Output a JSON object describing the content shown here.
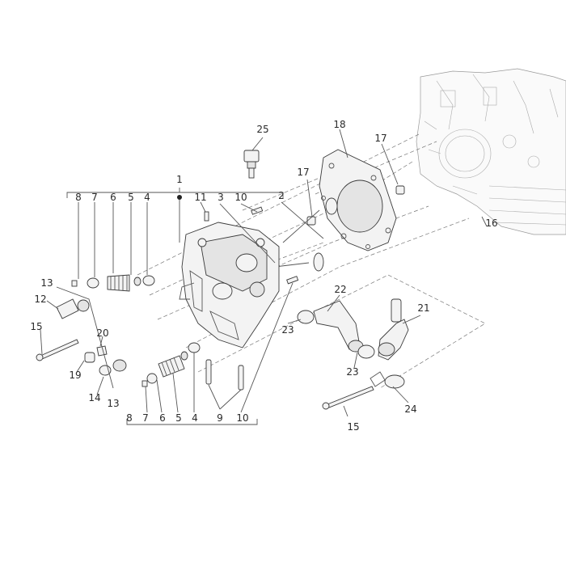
{
  "labels": [
    {
      "id": "l-1",
      "text": "1"
    },
    {
      "id": "l-8-top",
      "text": "8"
    },
    {
      "id": "l-7-top",
      "text": "7"
    },
    {
      "id": "l-6-top",
      "text": "6"
    },
    {
      "id": "l-5-top",
      "text": "5"
    },
    {
      "id": "l-4-top",
      "text": "4"
    },
    {
      "id": "l-11",
      "text": "11"
    },
    {
      "id": "l-3",
      "text": "3"
    },
    {
      "id": "l-10-top",
      "text": "10"
    },
    {
      "id": "l-2",
      "text": "2"
    },
    {
      "id": "l-25",
      "text": "25"
    },
    {
      "id": "l-18",
      "text": "18"
    },
    {
      "id": "l-17-a",
      "text": "17"
    },
    {
      "id": "l-17-b",
      "text": "17"
    },
    {
      "id": "l-16",
      "text": "16"
    },
    {
      "id": "l-13-top",
      "text": "13"
    },
    {
      "id": "l-12",
      "text": "12"
    },
    {
      "id": "l-15-left",
      "text": "15"
    },
    {
      "id": "l-20",
      "text": "20"
    },
    {
      "id": "l-19",
      "text": "19"
    },
    {
      "id": "l-14",
      "text": "14"
    },
    {
      "id": "l-13-bot",
      "text": "13"
    },
    {
      "id": "l-22",
      "text": "22"
    },
    {
      "id": "l-21",
      "text": "21"
    },
    {
      "id": "l-23-a",
      "text": "23"
    },
    {
      "id": "l-23-b",
      "text": "23"
    },
    {
      "id": "l-24",
      "text": "24"
    },
    {
      "id": "l-15-bot",
      "text": "15"
    },
    {
      "id": "l-8-bot",
      "text": "8"
    },
    {
      "id": "l-7-bot",
      "text": "7"
    },
    {
      "id": "l-6-bot",
      "text": "6"
    },
    {
      "id": "l-5-bot",
      "text": "5"
    },
    {
      "id": "l-4-bot",
      "text": "4"
    },
    {
      "id": "l-9",
      "text": "9"
    },
    {
      "id": "l-10-bot",
      "text": "10"
    }
  ]
}
